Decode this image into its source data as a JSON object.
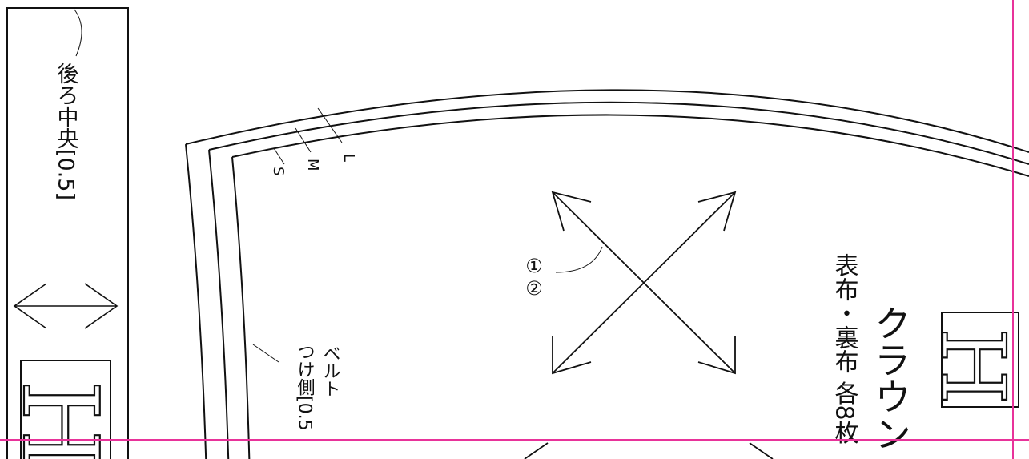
{
  "left_strip": {
    "label": "後ろ中央[0.5]",
    "grain_icon": "double-arrow-icon",
    "symbol": "H"
  },
  "pattern_piece": {
    "size_lines": [
      "L",
      "M",
      "S"
    ],
    "grain_marker": "①②",
    "waist_label_line1": "ベルト",
    "waist_label_line2": "つけ側[0.5",
    "name": "クラウン",
    "fabric": "表布・裏布 各8枚",
    "symbol": "H"
  },
  "colors": {
    "line": "#111111",
    "margin": "#e8339a"
  }
}
